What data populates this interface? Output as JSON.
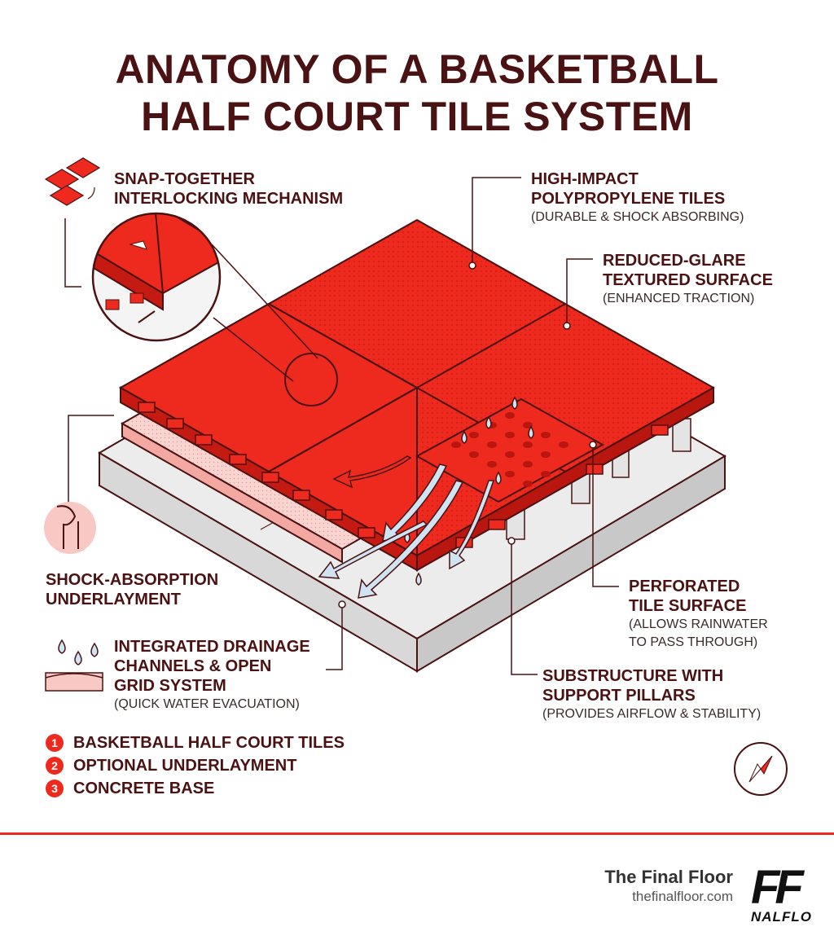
{
  "title": {
    "line1": "ANATOMY OF A BASKETBALL",
    "line2": "HALF COURT TILE SYSTEM"
  },
  "callouts": {
    "snap": {
      "line1": "SNAP-TOGETHER",
      "line2": "INTERLOCKING MECHANISM"
    },
    "polypropylene": {
      "line1": "HIGH-IMPACT",
      "line2": "POLYPROPYLENE TILES",
      "sub": "(DURABLE & SHOCK ABSORBING)"
    },
    "glare": {
      "line1": "REDUCED-GLARE",
      "line2": "TEXTURED SURFACE",
      "sub": "(ENHANCED TRACTION)"
    },
    "shock": {
      "line1": "SHOCK-ABSORPTION",
      "line2": "UNDERLAYMENT"
    },
    "perforated": {
      "line1": "PERFORATED",
      "line2": "TILE SURFACE",
      "sub1": "(ALLOWS RAINWATER",
      "sub2": "TO PASS THROUGH)"
    },
    "drainage": {
      "line1": "INTEGRATED DRAINAGE",
      "line2": "CHANNELS & OPEN",
      "line3": "GRID SYSTEM",
      "sub": "(QUICK WATER EVACUATION)"
    },
    "substructure": {
      "line1": "SUBSTRUCTURE WITH",
      "line2": "SUPPORT PILLARS",
      "sub": "(PROVIDES AIRFLOW & STABILITY)"
    }
  },
  "legend": [
    {
      "num": "1",
      "label": "BASKETBALL HALF COURT TILES"
    },
    {
      "num": "2",
      "label": "OPTIONAL UNDERLAYMENT"
    },
    {
      "num": "3",
      "label": "CONCRETE BASE"
    }
  ],
  "brand": {
    "name": "The Final Floor",
    "url": "thefinalfloor.com",
    "logo_letters": "FF",
    "logo_sub": "NALFLO"
  },
  "colors": {
    "tile_red": "#ee2a1f",
    "outline": "#4a1212",
    "underlay_pink": "#f7c8c4",
    "concrete": "#e9e9e9",
    "water": "#cfe3f3"
  },
  "icons": [
    "interlocking-tiles-icon",
    "knee-joint-icon",
    "water-drops-icon",
    "compass-icon"
  ]
}
